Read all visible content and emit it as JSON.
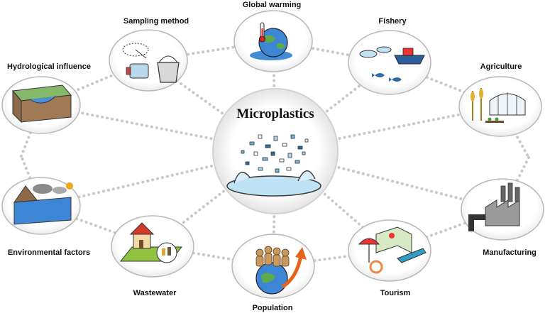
{
  "diagram": {
    "center_label": "Microplastics",
    "nodes": [
      {
        "id": "global-warming",
        "label": "Global warming"
      },
      {
        "id": "sampling-method",
        "label": "Sampling method"
      },
      {
        "id": "fishery",
        "label": "Fishery"
      },
      {
        "id": "hydrological-influence",
        "label": "Hydrological influence"
      },
      {
        "id": "agriculture",
        "label": "Agriculture"
      },
      {
        "id": "environmental-factors",
        "label": "Environmental factors"
      },
      {
        "id": "manufacturing",
        "label": "Manufacturing"
      },
      {
        "id": "wastewater",
        "label": "Wastewater"
      },
      {
        "id": "tourism",
        "label": "Tourism"
      },
      {
        "id": "population",
        "label": "Population"
      }
    ]
  }
}
